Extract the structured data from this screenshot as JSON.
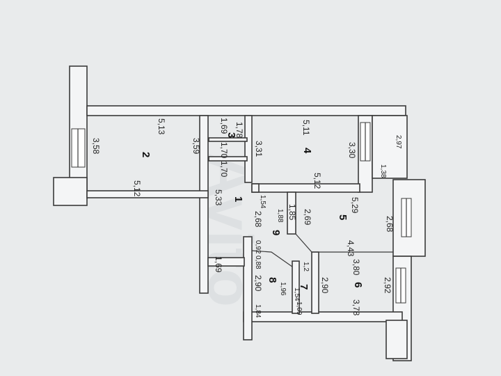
{
  "watermark": "Avito",
  "rooms": [
    {
      "id": "room-2",
      "number": "2",
      "dims": [
        "5,13",
        "3,58",
        "3,59",
        "5,12"
      ]
    },
    {
      "id": "room-3",
      "number": "3",
      "dims": [
        "1,69",
        "1,78",
        "1,70"
      ]
    },
    {
      "id": "room-1",
      "number": "1",
      "dims": [
        "1,70",
        "5,33",
        "1,69"
      ]
    },
    {
      "id": "room-4",
      "number": "4",
      "dims": [
        "5,11",
        "3,31",
        "3,30",
        "5,12"
      ]
    },
    {
      "id": "room-9",
      "number": "9",
      "dims": [
        "2,68",
        "1,54",
        "1,88",
        "0,92"
      ]
    },
    {
      "id": "room-5",
      "number": "5",
      "dims": [
        "1,85",
        "2,69",
        "5,29",
        "2,68",
        "4,43"
      ]
    },
    {
      "id": "room-8",
      "number": "8",
      "dims": [
        "0,88",
        "2,90",
        "1,96",
        "1,84"
      ]
    },
    {
      "id": "room-7",
      "number": "7",
      "dims": [
        "1,2",
        "1,54",
        "1,09"
      ]
    },
    {
      "id": "room-6",
      "number": "6",
      "dims": [
        "3,80",
        "2,90",
        "2,92",
        "3,78"
      ]
    }
  ],
  "balcony": {
    "dims": [
      "2,97",
      "1,38"
    ]
  }
}
